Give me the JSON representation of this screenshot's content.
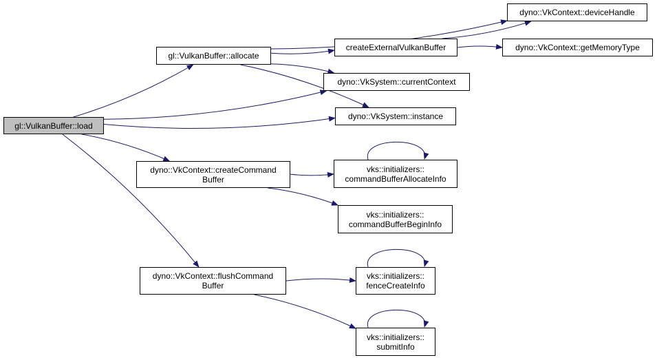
{
  "colors": {
    "edge": "#191970",
    "node_border": "#000000",
    "root_fill": "#bfbfbf",
    "node_fill": "#ffffff"
  },
  "nodes": {
    "load": {
      "lines": [
        "gl::VulkanBuffer::load"
      ]
    },
    "allocate": {
      "lines": [
        "gl::VulkanBuffer::allocate"
      ]
    },
    "createExternal": {
      "lines": [
        "createExternalVulkanBuffer"
      ]
    },
    "deviceHandle": {
      "lines": [
        "dyno::VkContext::deviceHandle"
      ]
    },
    "getMemoryType": {
      "lines": [
        "dyno::VkContext::getMemoryType"
      ]
    },
    "currentContext": {
      "lines": [
        "dyno::VkSystem::currentContext"
      ]
    },
    "instance": {
      "lines": [
        "dyno::VkSystem::instance"
      ]
    },
    "createCommandBuffer": {
      "lines": [
        "dyno::VkContext::createCommand",
        "Buffer"
      ]
    },
    "cmdAllocInfo": {
      "lines": [
        "vks::initializers::",
        "commandBufferAllocateInfo"
      ]
    },
    "cmdBeginInfo": {
      "lines": [
        "vks::initializers::",
        "commandBufferBeginInfo"
      ]
    },
    "flushCommandBuffer": {
      "lines": [
        "dyno::VkContext::flushCommand",
        "Buffer"
      ]
    },
    "fenceCreateInfo": {
      "lines": [
        "vks::initializers::",
        "fenceCreateInfo"
      ]
    },
    "submitInfo": {
      "lines": [
        "vks::initializers::",
        "submitInfo"
      ]
    }
  },
  "edges": [
    [
      "load",
      "allocate"
    ],
    [
      "load",
      "currentContext"
    ],
    [
      "load",
      "instance"
    ],
    [
      "load",
      "createCommandBuffer"
    ],
    [
      "load",
      "flushCommandBuffer"
    ],
    [
      "allocate",
      "deviceHandle"
    ],
    [
      "allocate",
      "createExternal"
    ],
    [
      "allocate",
      "currentContext"
    ],
    [
      "allocate",
      "instance"
    ],
    [
      "createExternal",
      "deviceHandle"
    ],
    [
      "createExternal",
      "getMemoryType"
    ],
    [
      "createCommandBuffer",
      "cmdAllocInfo"
    ],
    [
      "createCommandBuffer",
      "cmdBeginInfo"
    ],
    [
      "cmdAllocInfo",
      "cmdAllocInfo"
    ],
    [
      "flushCommandBuffer",
      "fenceCreateInfo"
    ],
    [
      "flushCommandBuffer",
      "submitInfo"
    ],
    [
      "fenceCreateInfo",
      "fenceCreateInfo"
    ],
    [
      "submitInfo",
      "submitInfo"
    ]
  ]
}
